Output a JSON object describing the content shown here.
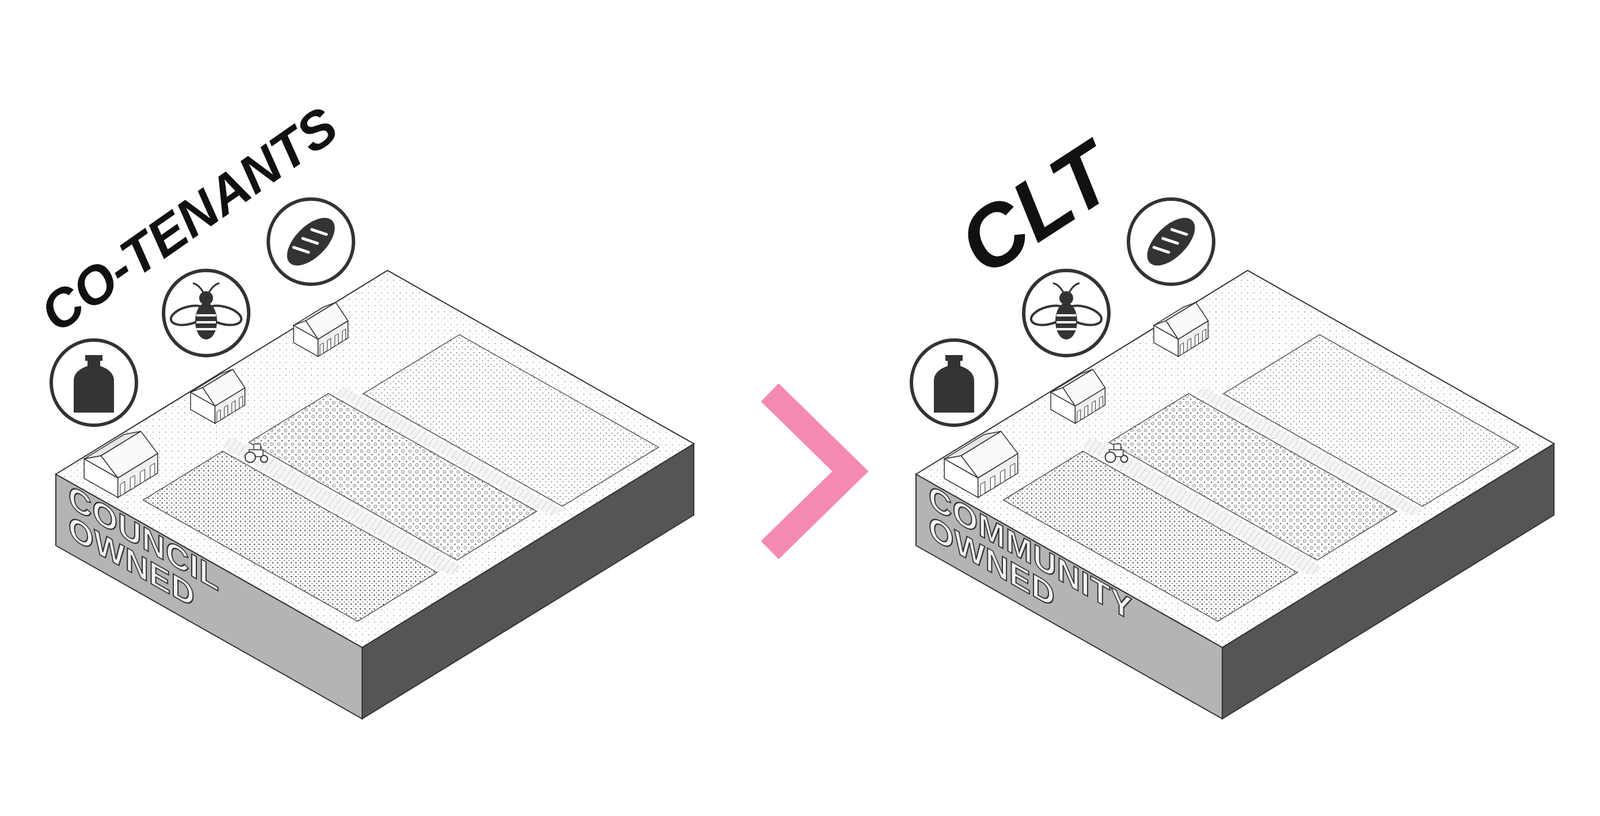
{
  "diagram": {
    "nodes": [
      {
        "text": [
          "CO-TENANTS",
          "COUNCIL OWNED"
        ]
      },
      {
        "text": [
          "CLT",
          "COMMUNITY OWNED"
        ]
      }
    ],
    "edges": [
      {
        "from": 0,
        "to": 1,
        "arrow": "to"
      }
    ]
  }
}
